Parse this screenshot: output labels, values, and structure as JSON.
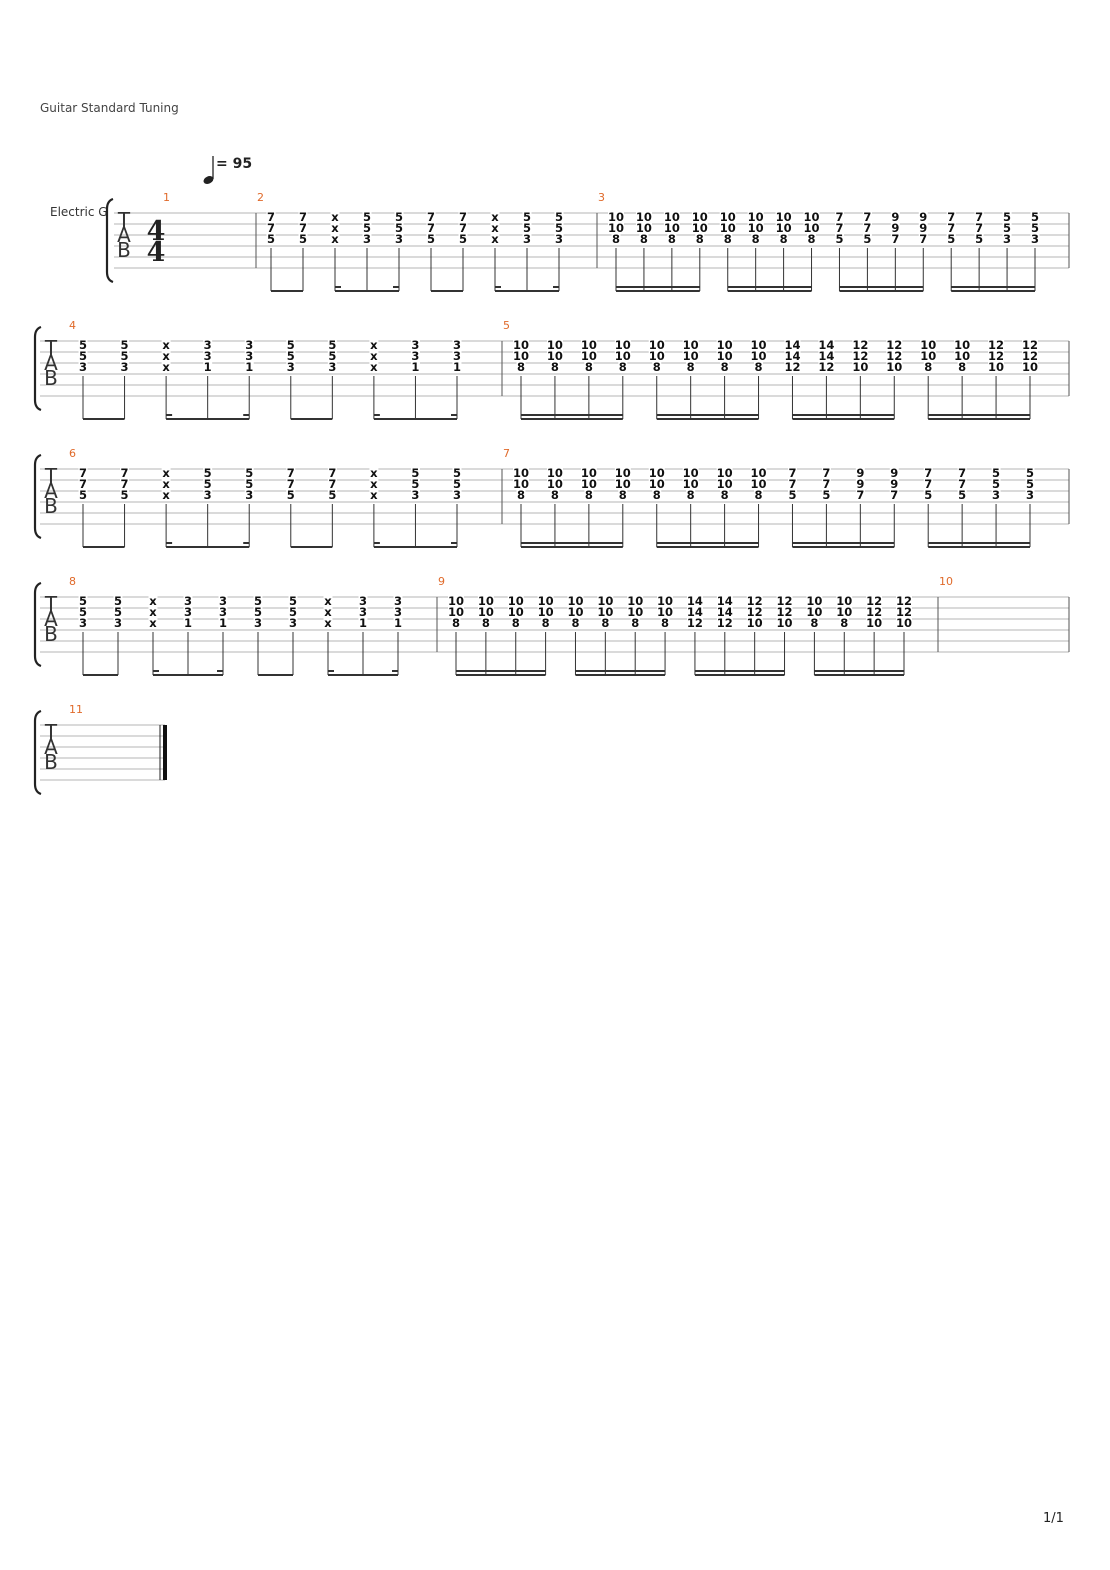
{
  "header": {
    "tuning_label": "Guitar Standard Tuning",
    "tempo_value": "= 95",
    "track_name": "Electric G",
    "tab_letters": [
      "T",
      "A",
      "B"
    ],
    "time_signature": [
      "4",
      "4"
    ]
  },
  "footer": {
    "page_number": "1/1"
  },
  "systems": [
    {
      "measures": [
        {
          "number": "1",
          "beam": "none",
          "chords": []
        },
        {
          "number": "2",
          "beam": "eighth",
          "chords": [
            [
              "7",
              "7",
              "5"
            ],
            [
              "7",
              "7",
              "5"
            ],
            [
              "x",
              "x",
              "x"
            ],
            [
              "5",
              "5",
              "3"
            ],
            [
              "5",
              "5",
              "3"
            ],
            [
              "7",
              "7",
              "5"
            ],
            [
              "7",
              "7",
              "5"
            ],
            [
              "x",
              "x",
              "x"
            ],
            [
              "5",
              "5",
              "3"
            ],
            [
              "5",
              "5",
              "3"
            ]
          ]
        },
        {
          "number": "3",
          "beam": "sixteenth",
          "chords": [
            [
              "10",
              "10",
              "8"
            ],
            [
              "10",
              "10",
              "8"
            ],
            [
              "10",
              "10",
              "8"
            ],
            [
              "10",
              "10",
              "8"
            ],
            [
              "10",
              "10",
              "8"
            ],
            [
              "10",
              "10",
              "8"
            ],
            [
              "10",
              "10",
              "8"
            ],
            [
              "10",
              "10",
              "8"
            ],
            [
              "7",
              "7",
              "5"
            ],
            [
              "7",
              "7",
              "5"
            ],
            [
              "9",
              "9",
              "7"
            ],
            [
              "9",
              "9",
              "7"
            ],
            [
              "7",
              "7",
              "5"
            ],
            [
              "7",
              "7",
              "5"
            ],
            [
              "5",
              "5",
              "3"
            ],
            [
              "5",
              "5",
              "3"
            ]
          ]
        }
      ]
    },
    {
      "measures": [
        {
          "number": "4",
          "beam": "eighth",
          "chords": [
            [
              "5",
              "5",
              "3"
            ],
            [
              "5",
              "5",
              "3"
            ],
            [
              "x",
              "x",
              "x"
            ],
            [
              "3",
              "3",
              "1"
            ],
            [
              "3",
              "3",
              "1"
            ],
            [
              "5",
              "5",
              "3"
            ],
            [
              "5",
              "5",
              "3"
            ],
            [
              "x",
              "x",
              "x"
            ],
            [
              "3",
              "3",
              "1"
            ],
            [
              "3",
              "3",
              "1"
            ]
          ]
        },
        {
          "number": "5",
          "beam": "sixteenth",
          "chords": [
            [
              "10",
              "10",
              "8"
            ],
            [
              "10",
              "10",
              "8"
            ],
            [
              "10",
              "10",
              "8"
            ],
            [
              "10",
              "10",
              "8"
            ],
            [
              "10",
              "10",
              "8"
            ],
            [
              "10",
              "10",
              "8"
            ],
            [
              "10",
              "10",
              "8"
            ],
            [
              "10",
              "10",
              "8"
            ],
            [
              "14",
              "14",
              "12"
            ],
            [
              "14",
              "14",
              "12"
            ],
            [
              "12",
              "12",
              "10"
            ],
            [
              "12",
              "12",
              "10"
            ],
            [
              "10",
              "10",
              "8"
            ],
            [
              "10",
              "10",
              "8"
            ],
            [
              "12",
              "12",
              "10"
            ],
            [
              "12",
              "12",
              "10"
            ]
          ]
        }
      ]
    },
    {
      "measures": [
        {
          "number": "6",
          "beam": "eighth",
          "chords": [
            [
              "7",
              "7",
              "5"
            ],
            [
              "7",
              "7",
              "5"
            ],
            [
              "x",
              "x",
              "x"
            ],
            [
              "5",
              "5",
              "3"
            ],
            [
              "5",
              "5",
              "3"
            ],
            [
              "7",
              "7",
              "5"
            ],
            [
              "7",
              "7",
              "5"
            ],
            [
              "x",
              "x",
              "x"
            ],
            [
              "5",
              "5",
              "3"
            ],
            [
              "5",
              "5",
              "3"
            ]
          ]
        },
        {
          "number": "7",
          "beam": "sixteenth",
          "chords": [
            [
              "10",
              "10",
              "8"
            ],
            [
              "10",
              "10",
              "8"
            ],
            [
              "10",
              "10",
              "8"
            ],
            [
              "10",
              "10",
              "8"
            ],
            [
              "10",
              "10",
              "8"
            ],
            [
              "10",
              "10",
              "8"
            ],
            [
              "10",
              "10",
              "8"
            ],
            [
              "10",
              "10",
              "8"
            ],
            [
              "7",
              "7",
              "5"
            ],
            [
              "7",
              "7",
              "5"
            ],
            [
              "9",
              "9",
              "7"
            ],
            [
              "9",
              "9",
              "7"
            ],
            [
              "7",
              "7",
              "5"
            ],
            [
              "7",
              "7",
              "5"
            ],
            [
              "5",
              "5",
              "3"
            ],
            [
              "5",
              "5",
              "3"
            ]
          ]
        }
      ]
    },
    {
      "measures": [
        {
          "number": "8",
          "beam": "eighth",
          "chords": [
            [
              "5",
              "5",
              "3"
            ],
            [
              "5",
              "5",
              "3"
            ],
            [
              "x",
              "x",
              "x"
            ],
            [
              "3",
              "3",
              "1"
            ],
            [
              "3",
              "3",
              "1"
            ],
            [
              "5",
              "5",
              "3"
            ],
            [
              "5",
              "5",
              "3"
            ],
            [
              "x",
              "x",
              "x"
            ],
            [
              "3",
              "3",
              "1"
            ],
            [
              "3",
              "3",
              "1"
            ]
          ]
        },
        {
          "number": "9",
          "beam": "sixteenth",
          "chords": [
            [
              "10",
              "10",
              "8"
            ],
            [
              "10",
              "10",
              "8"
            ],
            [
              "10",
              "10",
              "8"
            ],
            [
              "10",
              "10",
              "8"
            ],
            [
              "10",
              "10",
              "8"
            ],
            [
              "10",
              "10",
              "8"
            ],
            [
              "10",
              "10",
              "8"
            ],
            [
              "10",
              "10",
              "8"
            ],
            [
              "14",
              "14",
              "12"
            ],
            [
              "14",
              "14",
              "12"
            ],
            [
              "12",
              "12",
              "10"
            ],
            [
              "12",
              "12",
              "10"
            ],
            [
              "10",
              "10",
              "8"
            ],
            [
              "10",
              "10",
              "8"
            ],
            [
              "12",
              "12",
              "10"
            ],
            [
              "12",
              "12",
              "10"
            ]
          ]
        },
        {
          "number": "10",
          "beam": "none",
          "chords": []
        }
      ]
    },
    {
      "final": true,
      "measures": [
        {
          "number": "11",
          "beam": "none",
          "chords": []
        }
      ]
    }
  ]
}
